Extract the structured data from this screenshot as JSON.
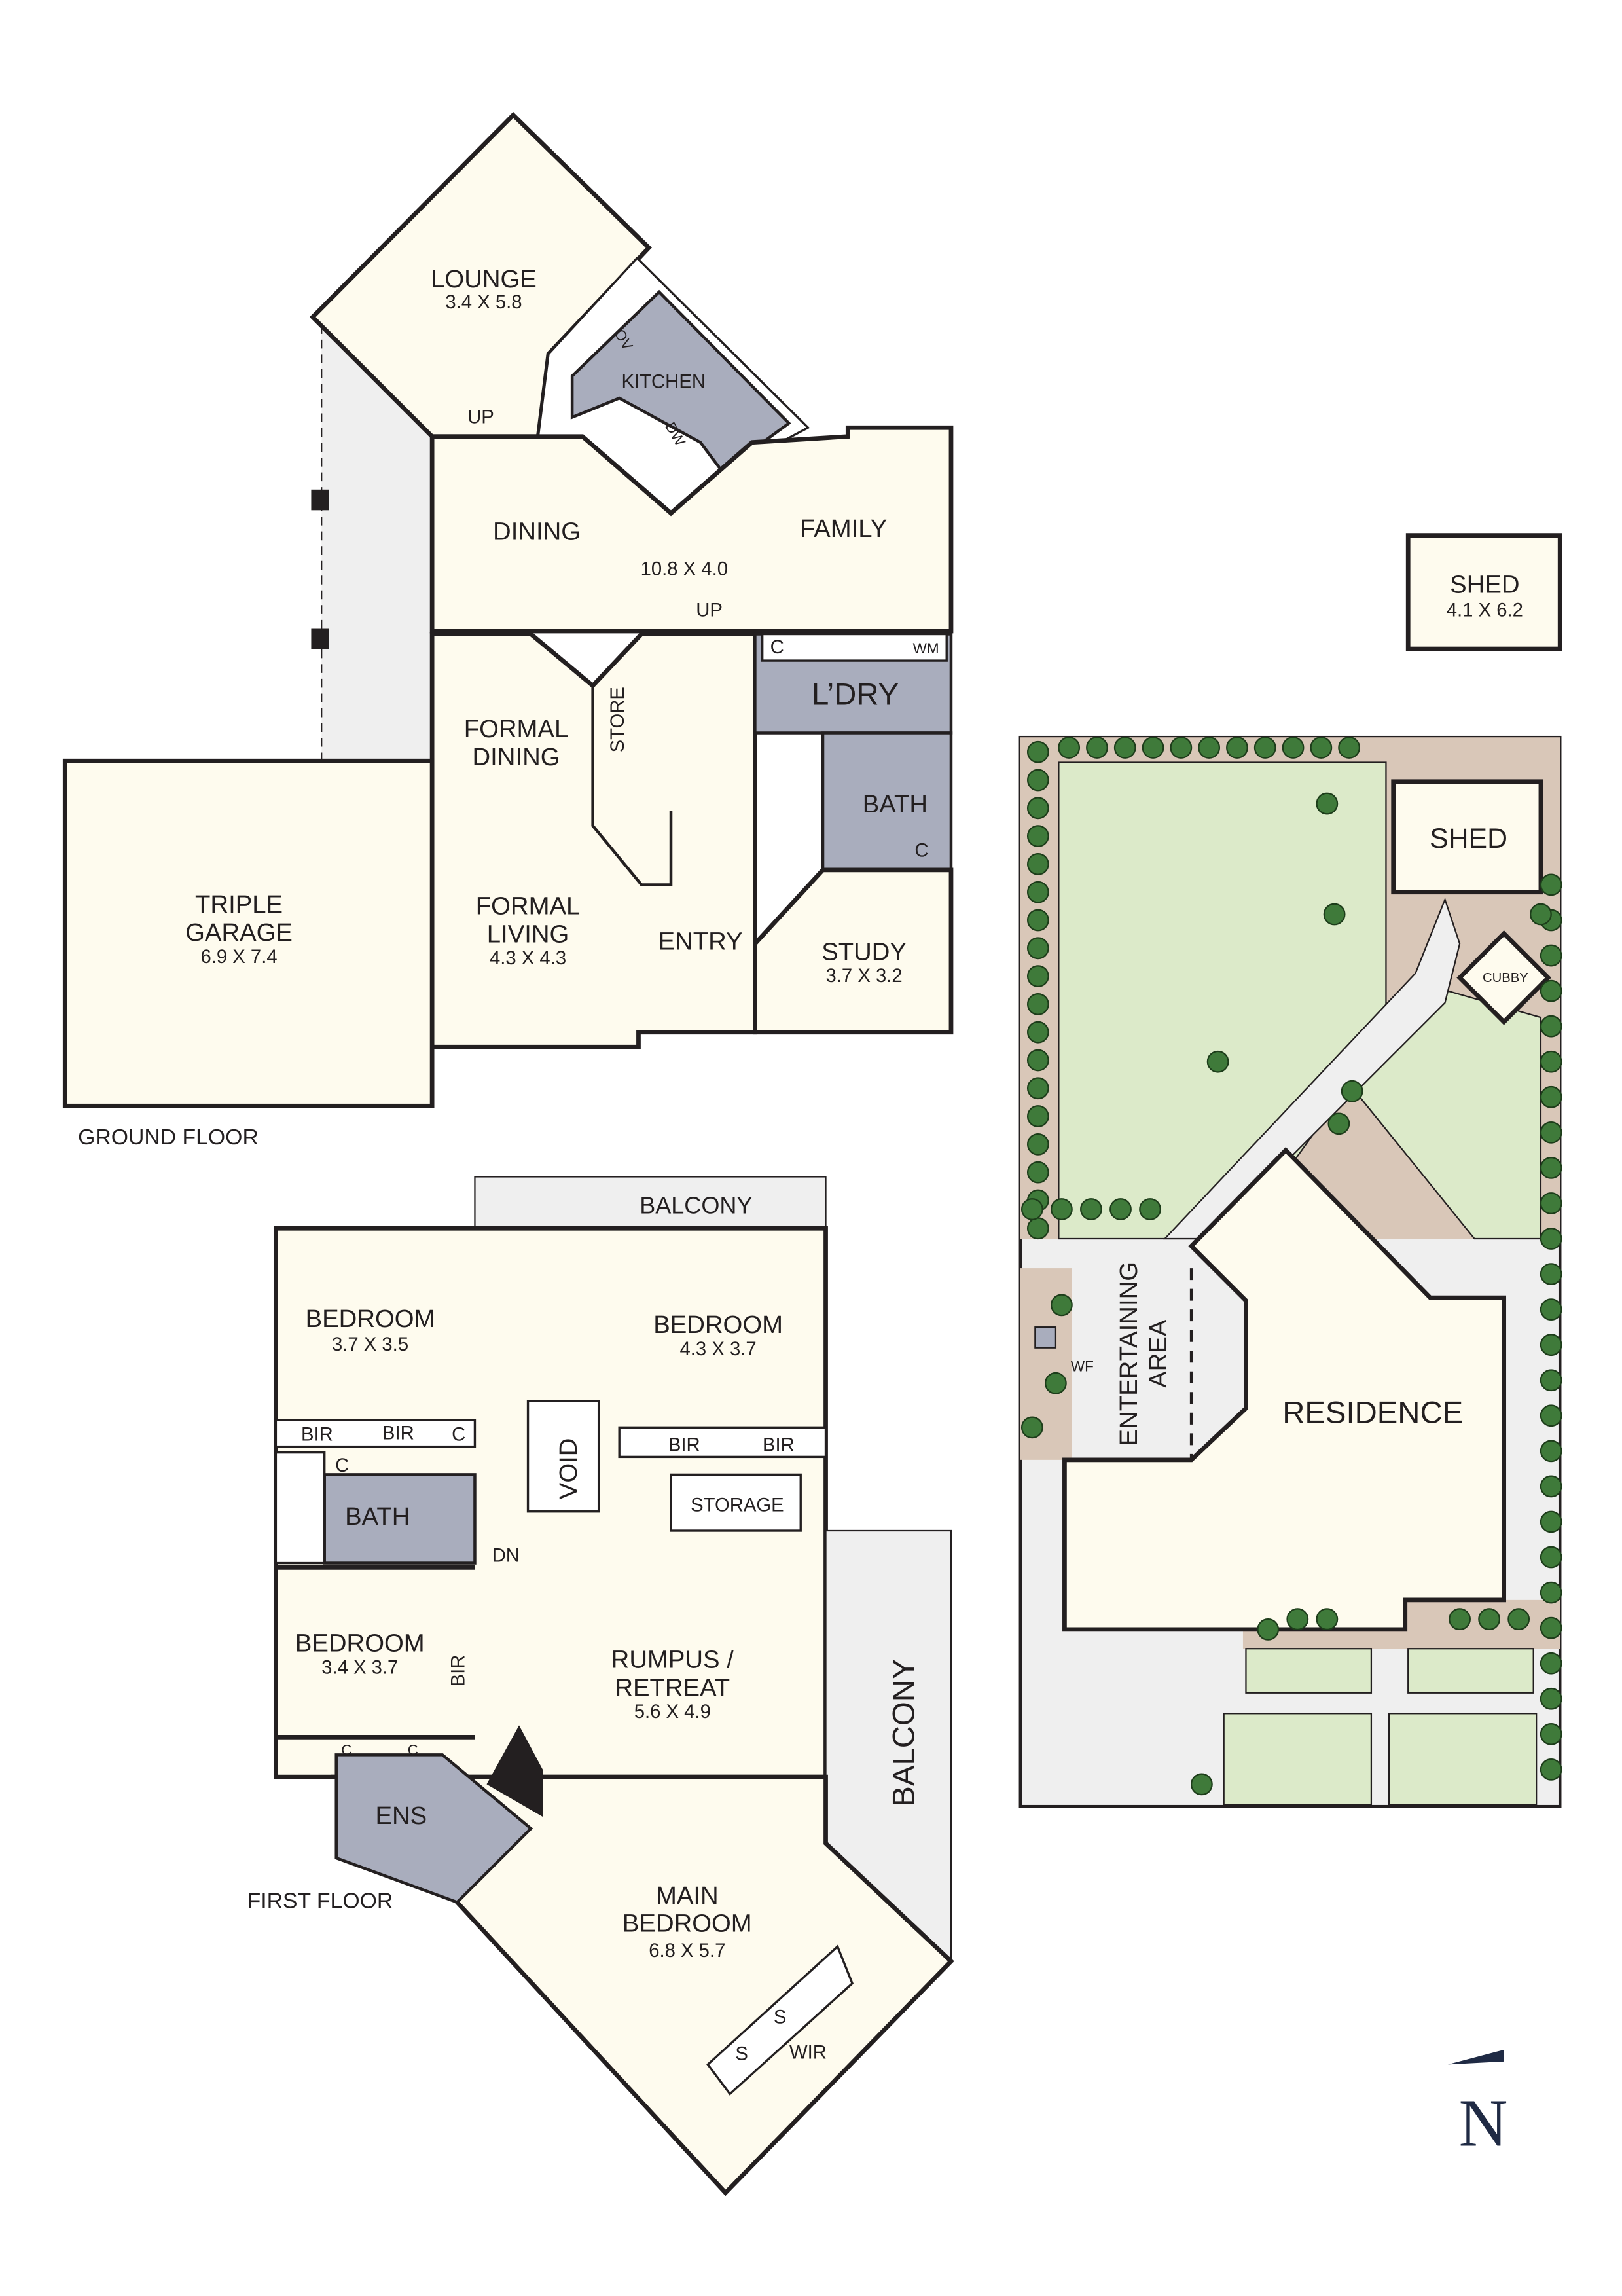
{
  "ground_floor": {
    "label": "GROUND FLOOR",
    "rooms": {
      "lounge": {
        "name": "LOUNGE",
        "dims": "3.4 X 5.8"
      },
      "kitchen": {
        "name": "KITCHEN",
        "ov": "OV",
        "dw": "DW"
      },
      "dining": {
        "name": "DINING"
      },
      "family": {
        "name": "FAMILY",
        "dims": "10.8 X 4.0"
      },
      "up1": "UP",
      "up2": "UP",
      "formal_dining": {
        "name1": "FORMAL",
        "name2": "DINING"
      },
      "store": "STORE",
      "laundry": {
        "name": "L’DRY",
        "c": "C",
        "wm": "WM"
      },
      "bath": {
        "name": "BATH",
        "c": "C"
      },
      "formal_living": {
        "name1": "FORMAL",
        "name2": "LIVING",
        "dims": "4.3 X 4.3"
      },
      "entry": "ENTRY",
      "study": {
        "name": "STUDY",
        "dims": "3.7 X 3.2"
      },
      "garage": {
        "name1": "TRIPLE",
        "name2": "GARAGE",
        "dims": "6.9 X 7.4"
      }
    }
  },
  "first_floor": {
    "label": "FIRST FLOOR",
    "rooms": {
      "balcony_top": "BALCONY",
      "bedroom1": {
        "name": "BEDROOM",
        "dims": "3.7 X 3.5"
      },
      "bedroom2": {
        "name": "BEDROOM",
        "dims": "4.3 X 3.7"
      },
      "bir1": "BIR",
      "bir2": "BIR",
      "c1": "C",
      "c2": "C",
      "bir3": "BIR",
      "bir4": "BIR",
      "bath": "BATH",
      "void": "VOID",
      "storage": "STORAGE",
      "dn": "DN",
      "bedroom3": {
        "name": "BEDROOM",
        "dims": "3.4 X 3.7"
      },
      "bir5": "BIR",
      "rumpus": {
        "name1": "RUMPUS /",
        "name2": "RETREAT",
        "dims": "5.6 X 4.9"
      },
      "balcony_side": "BALCONY",
      "ens": {
        "name": "ENS",
        "c1": "C",
        "c2": "C"
      },
      "main_bedroom": {
        "name1": "MAIN",
        "name2": "BEDROOM",
        "dims": "6.8 X 5.7"
      },
      "s1": "S",
      "s2": "S",
      "wir": "WIR"
    }
  },
  "shed_box": {
    "name": "SHED",
    "dims": "4.1 X 6.2"
  },
  "site_plan": {
    "shed": "SHED",
    "cubby": "CUBBY",
    "entertaining1": "ENTERTAINING",
    "entertaining2": "AREA",
    "wf": "WF",
    "residence": "RESIDENCE"
  },
  "north_arrow": {
    "letter": "N",
    "icon": "north-arrow-icon"
  },
  "colors": {
    "room": "#fefbee",
    "wet": "#a9adbd",
    "lawn": "#dceac9",
    "paving": "#d9c7b8",
    "tree": "#3f7a3a",
    "walls": "#231f20"
  }
}
